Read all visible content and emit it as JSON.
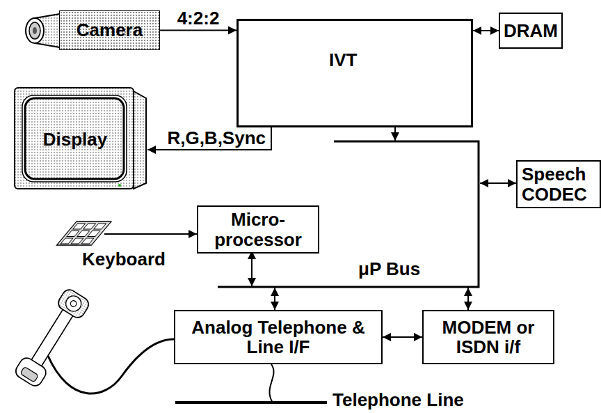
{
  "diagram": {
    "nodes": [
      {
        "text": [
          "Camera"
        ]
      },
      {
        "text": [
          "IVT"
        ]
      },
      {
        "text": [
          "DRAM"
        ]
      },
      {
        "text": [
          "Display"
        ]
      },
      {
        "text": [
          "Speech CODEC"
        ]
      },
      {
        "text": [
          "Micro- processor"
        ]
      },
      {
        "text": [
          "Analog Telephone & Line I/F"
        ]
      },
      {
        "text": [
          "MODEM or ISDN i/f"
        ]
      }
    ],
    "edges": [
      {
        "from": 0,
        "to": 1,
        "arrow": "to",
        "label": "4:2:2"
      },
      {
        "from": 1,
        "to": 3,
        "arrow": "to",
        "label": "R,G,B,Sync"
      },
      {
        "from": 1,
        "to": 2,
        "arrow": "both"
      },
      {
        "from": 6,
        "to": 7,
        "arrow": "both"
      }
    ],
    "labels": [
      "Keyboard",
      "μP Bus",
      "Telephone Line"
    ]
  }
}
